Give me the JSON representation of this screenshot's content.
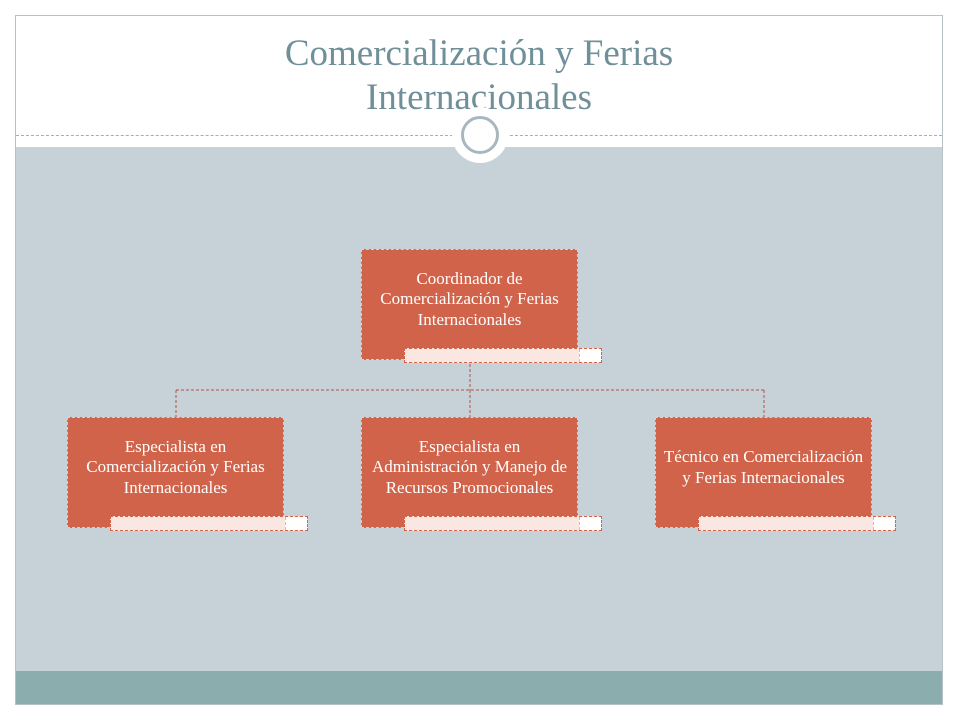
{
  "slide": {
    "title_line1": "Comercialización y Ferias",
    "title_line2": "Internacionales"
  },
  "org_chart": {
    "root": {
      "label": "Coordinador de Comercialización y Ferias Internacionales"
    },
    "children": [
      {
        "label": "Especialista en Comercialización y Ferias Internacionales"
      },
      {
        "label": "Especialista en Administración y Manejo de Recursos Promocionales"
      },
      {
        "label": "Técnico en Comercialización y Ferias Internacionales"
      }
    ]
  },
  "colors": {
    "node_fill": "#d0634a",
    "content_background": "#c6d1d8",
    "footer_bar": "#8cadae",
    "title_text": "#6f8f99"
  }
}
